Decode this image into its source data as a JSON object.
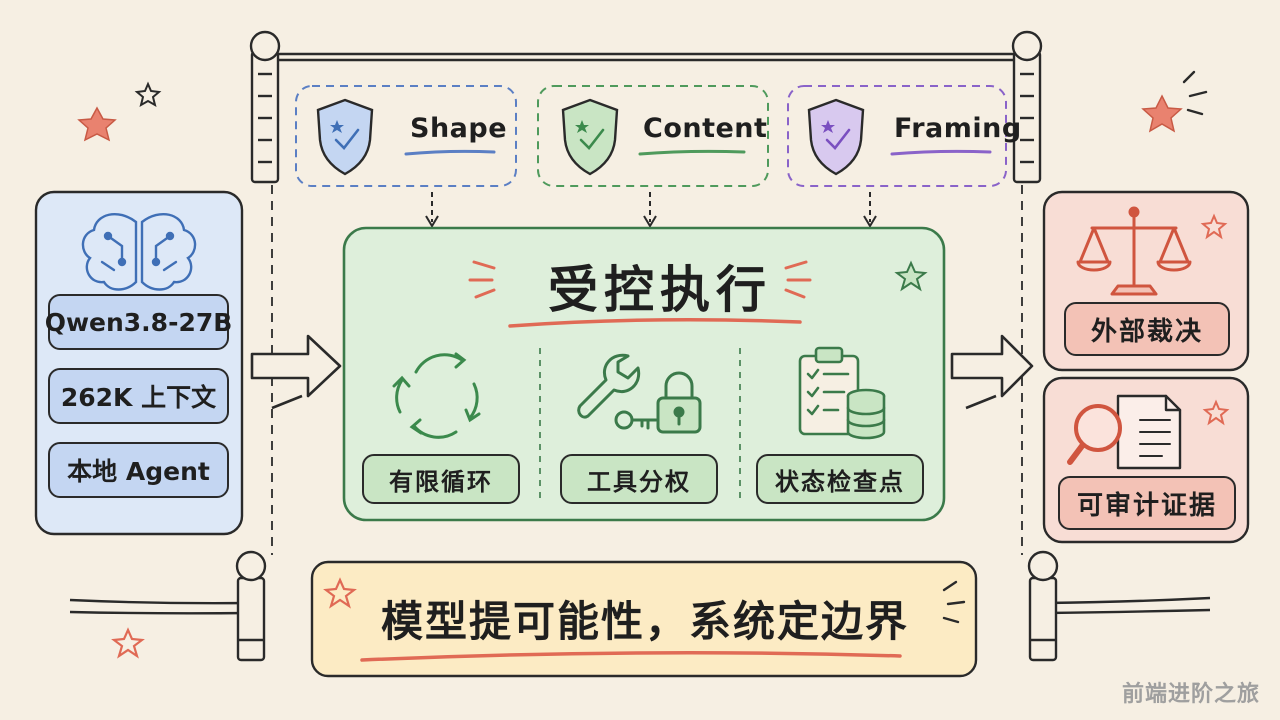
{
  "input_panel": {
    "icon": "brain-circuit-icon",
    "items": [
      "Qwen3.8-27B",
      "262K 上下文",
      "本地 Agent"
    ]
  },
  "guard_cards": [
    {
      "label": "Shape",
      "icon": "shield-check-icon",
      "color": "#5b7fc4"
    },
    {
      "label": "Content",
      "icon": "shield-check-icon",
      "color": "#4f9a5c"
    },
    {
      "label": "Framing",
      "icon": "shield-check-icon",
      "color": "#8a63c9"
    }
  ],
  "controlled_execution": {
    "title": "受控执行",
    "features": [
      {
        "label": "有限循环",
        "icon": "cycle-arrows-icon"
      },
      {
        "label": "工具分权",
        "icon": "wrench-key-lock-icon"
      },
      {
        "label": "状态检查点",
        "icon": "checklist-database-icon"
      }
    ]
  },
  "output_panel": {
    "items": [
      {
        "label": "外部裁决",
        "icon": "balance-scale-icon"
      },
      {
        "label": "可审计证据",
        "icon": "magnifier-document-icon"
      }
    ]
  },
  "banner": {
    "text": "模型提可能性，系统定边界"
  },
  "watermark": "前端进阶之旅",
  "colors": {
    "background": "#f6efe3",
    "input_panel": "#dde8f7",
    "execution_panel": "#deefdb",
    "output_panel": "#f8ddd5",
    "banner": "#fcebc4",
    "accent_red": "#e06a55"
  }
}
